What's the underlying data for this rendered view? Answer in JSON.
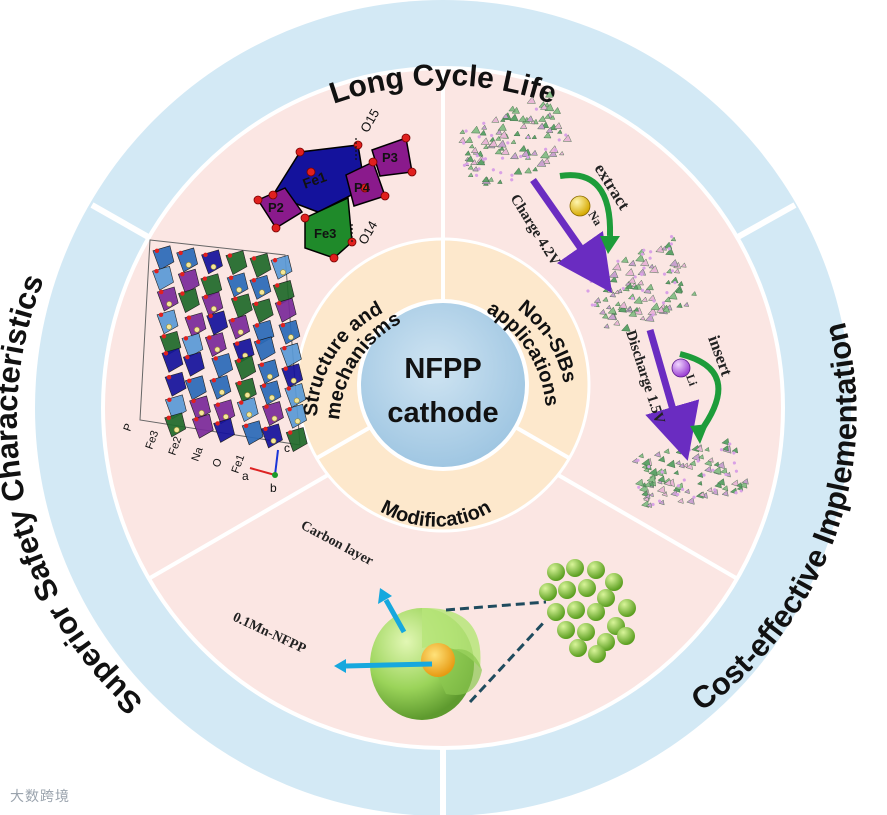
{
  "outer_ring": {
    "top": "Long Cycle Life",
    "left": "Superior Safety Characteristics",
    "right": "Cost-effective Implementation"
  },
  "inner_ring": {
    "structure": [
      "Structure and",
      "mechanisms"
    ],
    "applications": [
      "Non-SIBs",
      "applications"
    ],
    "modification": "Modification"
  },
  "center": {
    "line1": "NFPP",
    "line2": "cathode"
  },
  "structure_panel": {
    "labels": [
      "Fe1",
      "P2",
      "P3",
      "P4",
      "Fe3",
      "O15",
      "O14"
    ],
    "legend": [
      "P",
      "Fe3",
      "Fe2",
      "Na",
      "O",
      "Fe1"
    ],
    "axes": [
      "c",
      "b",
      "a"
    ]
  },
  "applications_panel": {
    "extract": "extract",
    "na": "Na",
    "charge": "Charge 4.2V",
    "insert": "insert",
    "li": "Li",
    "discharge": "Discharge 1.5V"
  },
  "modification_panel": {
    "carbon": "Carbon layer",
    "mn": "0.1Mn-NFPP"
  },
  "watermark": "大数跨境",
  "colors": {
    "outer_ring": "#d3e9f5",
    "sector": "#fbe6e3",
    "inner_ring": "#fde8cc",
    "center": "#b6d5ea",
    "arrow_purple": "#6a2cc1",
    "arrow_green": "#1d9c3a",
    "pointer_blue": "#16a8de"
  }
}
